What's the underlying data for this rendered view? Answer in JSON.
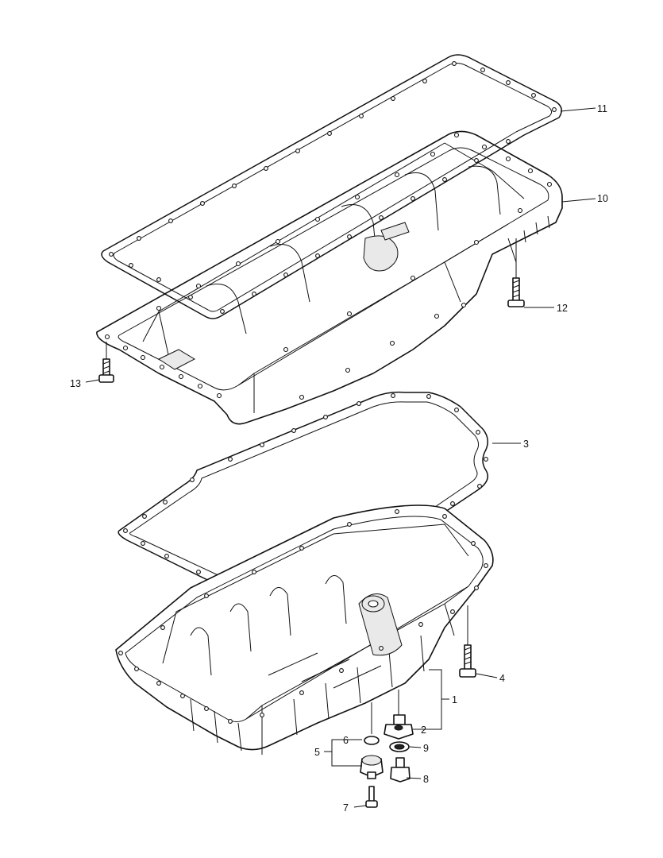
{
  "callouts": [
    {
      "id": "11",
      "label": "11",
      "part": "upper-gasket"
    },
    {
      "id": "10",
      "label": "10",
      "part": "upper-oil-pan"
    },
    {
      "id": "12",
      "label": "12",
      "part": "long-bolt"
    },
    {
      "id": "13",
      "label": "13",
      "part": "short-bolt"
    },
    {
      "id": "3",
      "label": "3",
      "part": "lower-gasket"
    },
    {
      "id": "4",
      "label": "4",
      "part": "lower-pan-bolt"
    },
    {
      "id": "1",
      "label": "1",
      "part": "lower-oil-pan"
    },
    {
      "id": "2",
      "label": "2",
      "part": "drain-plug"
    },
    {
      "id": "9",
      "label": "9",
      "part": "drain-plug-washer"
    },
    {
      "id": "8",
      "label": "8",
      "part": "plug-small"
    },
    {
      "id": "6",
      "label": "6",
      "part": "o-ring"
    },
    {
      "id": "5",
      "label": "5",
      "part": "sensor-assembly"
    },
    {
      "id": "7",
      "label": "7",
      "part": "sensor-bolt"
    }
  ]
}
